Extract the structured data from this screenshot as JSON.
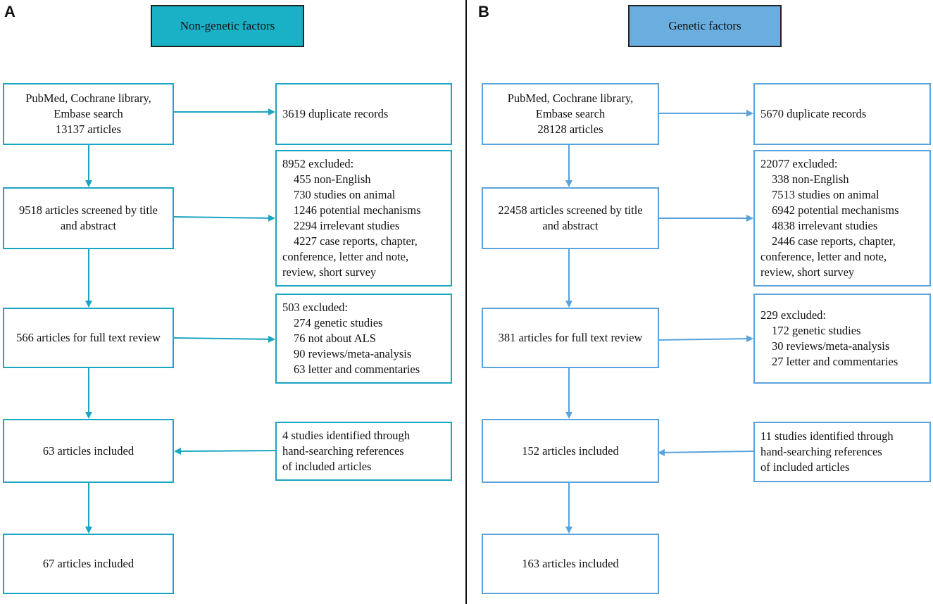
{
  "colors": {
    "panel_a_accent": "#1aa5c2",
    "panel_b_accent": "#5aa3dc",
    "header_a_fill": "#1ab0c6",
    "header_b_fill": "#6aaee0"
  },
  "panel_a": {
    "letter": "A",
    "header": "Non-genetic factors",
    "search": [
      "PubMed, Cochrane library,",
      "Embase search",
      "13137 articles"
    ],
    "duplicates": "3619 duplicate records",
    "screened": [
      "9518 articles screened by title",
      "and abstract"
    ],
    "excluded1": {
      "title": "8952 excluded:",
      "items": [
        "455 non-English",
        "730 studies on animal",
        "1246 potential mechanisms",
        "2294 irrelevant studies",
        "4227 case reports, chapter,"
      ],
      "continuation": [
        "conference, letter and note,",
        "review, short survey"
      ]
    },
    "fulltext": "566 articles for full text review",
    "excluded2": {
      "title": "503 excluded:",
      "items": [
        "274 genetic studies",
        "76 not about ALS",
        "90 reviews/meta-analysis",
        "63 letter and commentaries"
      ]
    },
    "included": "63 articles included",
    "hand_search": [
      "4 studies identified through",
      "hand-searching references",
      "of included articles"
    ],
    "final": "67 articles included"
  },
  "panel_b": {
    "letter": "B",
    "header": "Genetic factors",
    "search": [
      "PubMed, Cochrane library,",
      "Embase search",
      "28128 articles"
    ],
    "duplicates": "5670 duplicate records",
    "screened": [
      "22458 articles screened by title",
      "and abstract"
    ],
    "excluded1": {
      "title": "22077 excluded:",
      "items": [
        "338 non-English",
        "7513 studies on animal",
        "6942 potential mechanisms",
        "4838 irrelevant studies",
        "2446 case reports, chapter,"
      ],
      "continuation": [
        "conference, letter and note,",
        "review, short survey"
      ]
    },
    "fulltext": "381 articles for full text review",
    "excluded2": {
      "title": "229 excluded:",
      "items": [
        "172 genetic studies",
        "30 reviews/meta-analysis",
        "27 letter and commentaries"
      ]
    },
    "included": "152 articles included",
    "hand_search": [
      "11 studies identified through",
      "hand-searching references",
      "of included articles"
    ],
    "final": "163 articles included"
  }
}
